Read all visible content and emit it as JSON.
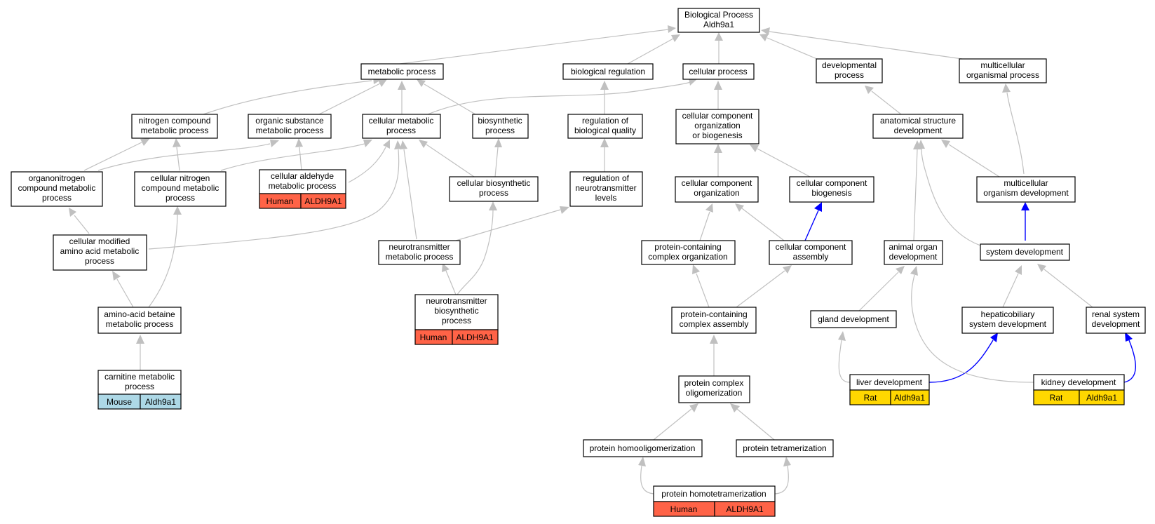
{
  "colors": {
    "edge_default": "#c0c0c0",
    "edge_highlight": "#0000ff",
    "species_human": "#ff6347",
    "species_rat": "#ffd700",
    "species_mouse": "#add8e6"
  },
  "nodes": {
    "root": [
      "Biological Process",
      "Aldh9a1"
    ],
    "metabolic": [
      "metabolic process"
    ],
    "bioreg": [
      "biological regulation"
    ],
    "cellular": [
      "cellular process"
    ],
    "developmental": [
      "developmental",
      "process"
    ],
    "multicellular": [
      "multicellular",
      "organismal process"
    ],
    "nitrogen": [
      "nitrogen compound",
      "metabolic process"
    ],
    "organic": [
      "organic substance",
      "metabolic process"
    ],
    "cellmetab": [
      "cellular metabolic",
      "process"
    ],
    "biosynth": [
      "biosynthetic",
      "process"
    ],
    "regbioqual": [
      "regulation of",
      "biological quality"
    ],
    "ccorgbio": [
      "cellular component",
      "organization",
      "or biogenesis"
    ],
    "anatomical": [
      "anatomical structure",
      "development"
    ],
    "organonitro": [
      "organonitrogen",
      "compound metabolic",
      "process"
    ],
    "cellnitro": [
      "cellular nitrogen",
      "compound metabolic",
      "process"
    ],
    "aldehyde": [
      "cellular aldehyde",
      "metabolic process"
    ],
    "cellbiosynth": [
      "cellular biosynthetic",
      "process"
    ],
    "regneuro": [
      "regulation of",
      "neurotransmitter",
      "levels"
    ],
    "ccorg": [
      "cellular component",
      "organization"
    ],
    "ccbio": [
      "cellular component",
      "biogenesis"
    ],
    "mcorgdev": [
      "multicellular",
      "organism development"
    ],
    "cellmodaa": [
      "cellular modified",
      "amino acid metabolic",
      "process"
    ],
    "neurometab": [
      "neurotransmitter",
      "metabolic process"
    ],
    "pccorg": [
      "protein-containing",
      "complex organization"
    ],
    "ccassembly": [
      "cellular component",
      "assembly"
    ],
    "animalorgan": [
      "animal organ",
      "development"
    ],
    "sysdev": [
      "system development"
    ],
    "betaine": [
      "amino-acid betaine",
      "metabolic process"
    ],
    "neurobiosynth": [
      "neurotransmitter",
      "biosynthetic",
      "process"
    ],
    "pcassembly": [
      "protein-containing",
      "complex assembly"
    ],
    "gland": [
      "gland development"
    ],
    "hepato": [
      "hepaticobiliary",
      "system development"
    ],
    "renal": [
      "renal system",
      "development"
    ],
    "carnitine": [
      "carnitine metabolic",
      "process"
    ],
    "liver": [
      "liver development"
    ],
    "kidney": [
      "kidney development"
    ],
    "pcoligo": [
      "protein complex",
      "oligomerization"
    ],
    "homooligo": [
      "protein homooligomerization"
    ],
    "tetramer": [
      "protein tetramerization"
    ],
    "homotetramer": [
      "protein homotetramerization"
    ]
  },
  "annotations": {
    "aldehyde": {
      "species": "Human",
      "gene": "ALDH9A1",
      "color": "#ff6347"
    },
    "neurobiosynth": {
      "species": "Human",
      "gene": "ALDH9A1",
      "color": "#ff6347"
    },
    "carnitine": {
      "species": "Mouse",
      "gene": "Aldh9a1",
      "color": "#add8e6"
    },
    "liver": {
      "species": "Rat",
      "gene": "Aldh9a1",
      "color": "#ffd700"
    },
    "kidney": {
      "species": "Rat",
      "gene": "Aldh9a1",
      "color": "#ffd700"
    },
    "homotetramer": {
      "species": "Human",
      "gene": "ALDH9A1",
      "color": "#ff6347"
    }
  }
}
